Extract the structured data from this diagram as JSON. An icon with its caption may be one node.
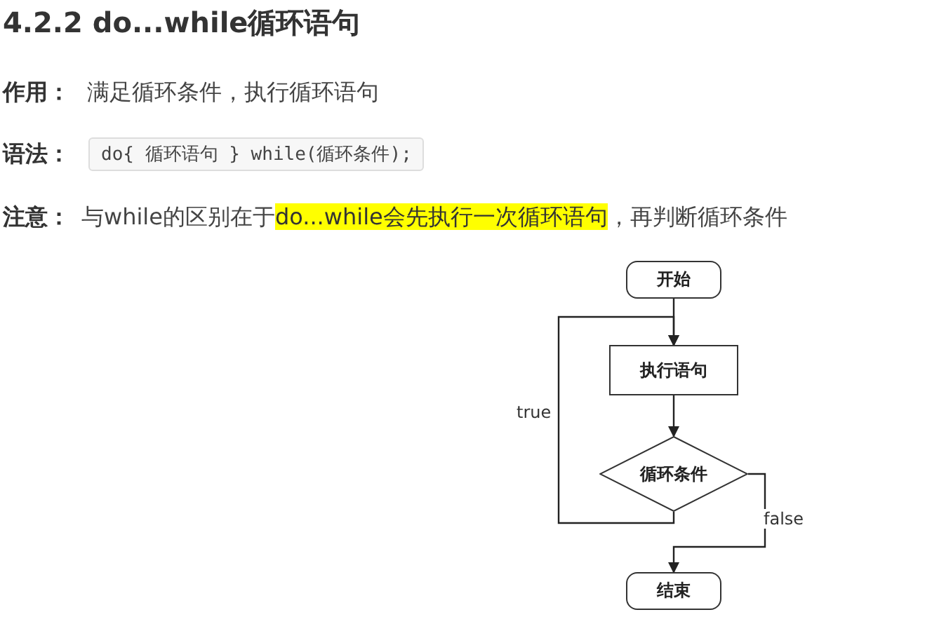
{
  "diagram": {
    "title": "4.2.2 do...while循环语句",
    "nodes": [
      {
        "text": [
          "开始"
        ]
      },
      {
        "text": [
          "执行语句"
        ]
      },
      {
        "text": [
          "循环条件"
        ]
      },
      {
        "text": [
          "结束"
        ]
      }
    ],
    "edges": [
      {
        "from": 0,
        "to": 1,
        "arrow": "to"
      },
      {
        "from": 1,
        "to": 2,
        "arrow": "to"
      },
      {
        "from": 2,
        "to": 1,
        "arrow": "to",
        "label": "true"
      },
      {
        "from": 2,
        "to": 3,
        "arrow": "to",
        "label": "false"
      }
    ],
    "labels": [
      "作用：",
      "满足循环条件，执行循环语句",
      "语法：",
      "do{ 循环语句 } while(循环条件);",
      "注意：",
      "与while的区别在于",
      "do...while会先执行一次循环语句",
      "，再判断循环条件"
    ]
  }
}
